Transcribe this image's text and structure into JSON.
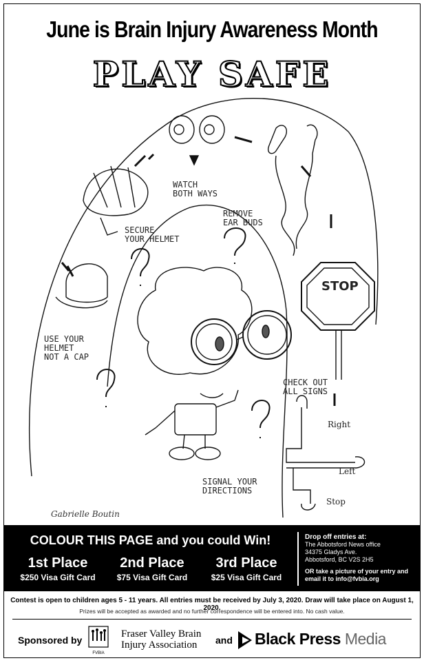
{
  "header": {
    "title": "June is Brain Injury Awareness Month",
    "subtitle": "PLAY SAFE"
  },
  "illustration": {
    "labels": {
      "watch": "WATCH\nBOTH WAYS",
      "earbuds": "REMOVE\nEAR BUDS",
      "helmet": "SECURE\nYOUR HELMET",
      "cap": "USE YOUR\nHELMET\nNOT A CAP",
      "stop_sign": "STOP",
      "signs": "CHECK OUT\nALL SIGNS",
      "signal": "SIGNAL YOUR\nDIRECTIONS",
      "right": "Right",
      "left": "Left",
      "stop": "Stop"
    },
    "signature": "Gabrielle Boutin"
  },
  "contest": {
    "headline": "COLOUR THIS PAGE and you could Win!",
    "places": [
      {
        "title": "1st Place",
        "prize": "$250 Visa Gift Card"
      },
      {
        "title": "2nd Place",
        "prize": "$75 Visa Gift Card"
      },
      {
        "title": "3rd Place",
        "prize": "$25 Visa Gift Card"
      }
    ],
    "dropoff": {
      "title": "Drop off entries at:",
      "lines": [
        "The Abbotsford News office",
        "34375 Gladys Ave.",
        "Abbotsford, BC  V2S 2H5"
      ],
      "alt": "OR take a picture of your entry and email it to info@fvbia.org"
    },
    "rules": "Contest is open to children ages 5 - 11 years. All entries must be received by July 3, 2020. Draw will take place on August 1, 2020.",
    "fine_print": "Prizes will be accepted as awarded and no further correspondence will be entered into. No cash value."
  },
  "sponsors": {
    "label": "Sponsored by",
    "fvbia_name": [
      "Fraser Valley Brain",
      "Injury Association"
    ],
    "fvbia_mark": "FVBIA",
    "and": "and",
    "black_press": "Black Press",
    "media": "Media"
  }
}
